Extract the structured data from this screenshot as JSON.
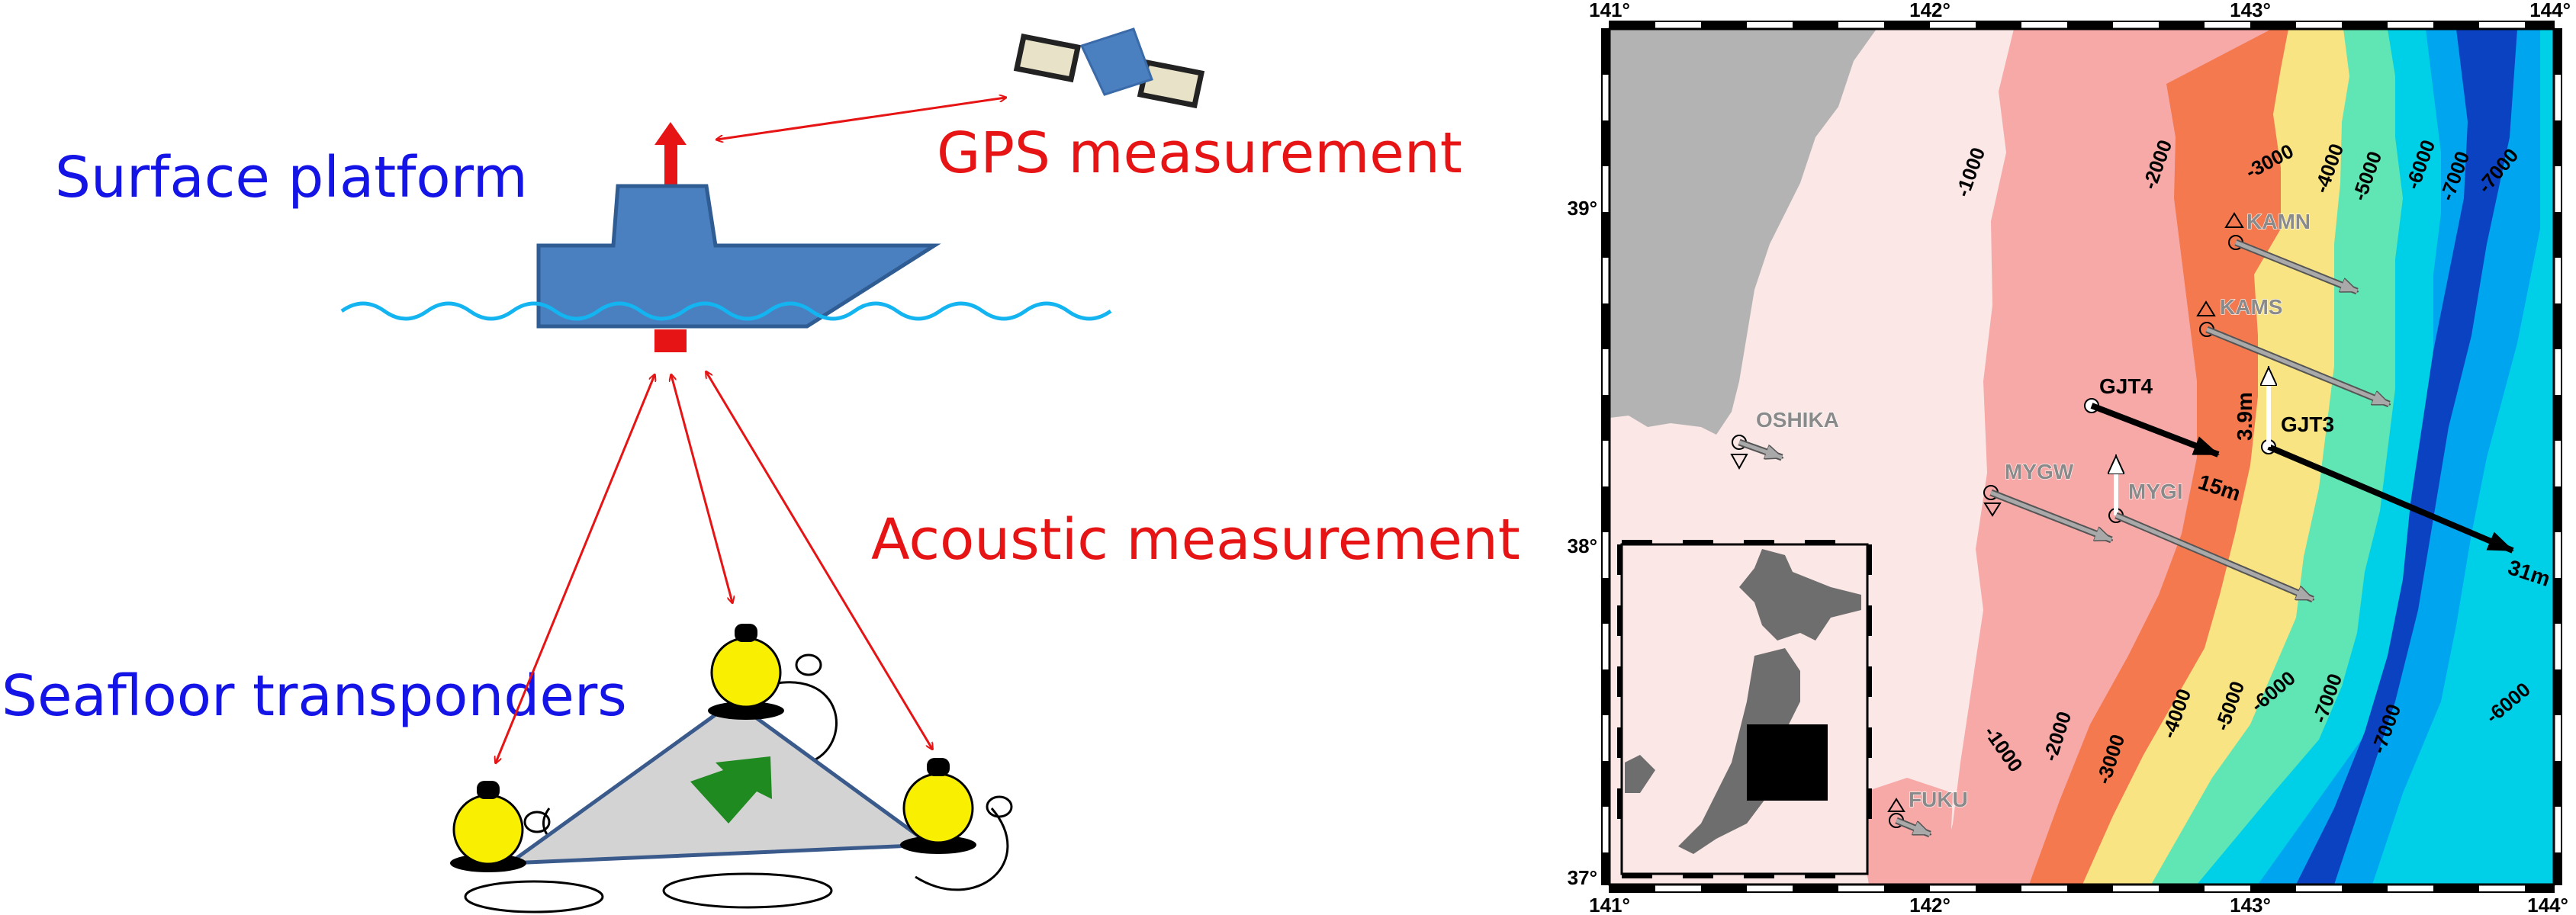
{
  "diagram": {
    "surface_platform": "Surface platform",
    "gps_measurement": "GPS measurement",
    "acoustic_measurement": "Acoustic measurement",
    "seafloor_transponders": "Seafloor transponders"
  },
  "map": {
    "lon_ticks": [
      "141°",
      "142°",
      "143°",
      "144°"
    ],
    "lat_ticks": [
      "39°",
      "38°",
      "37°"
    ],
    "contours": [
      "-1000",
      "-2000",
      "-3000",
      "-4000",
      "-5000",
      "-6000",
      "-7000",
      "-7000",
      "-1000",
      "-2000",
      "-3000",
      "-4000",
      "-5000",
      "-6000",
      "-7000",
      "-7000",
      "-6000"
    ],
    "stations": [
      "KAMN",
      "KAMS",
      "OSHIKA",
      "MYGW",
      "MYGI",
      "FUKU"
    ],
    "seafloor_stations": [
      "GJT4",
      "GJT3"
    ],
    "displacements": [
      "15m",
      "31m",
      "3.9m"
    ],
    "colors": {
      "land": "#b3b3b3",
      "shallow": "#fbe7e6",
      "d1000": "#f7a9a8",
      "d2000": "#f4794f",
      "d3000": "#f9e483",
      "d4000": "#5fe6b4",
      "d5000": "#00cfe8",
      "d6000": "#00a5f0",
      "d7000": "#0a42c2"
    }
  }
}
